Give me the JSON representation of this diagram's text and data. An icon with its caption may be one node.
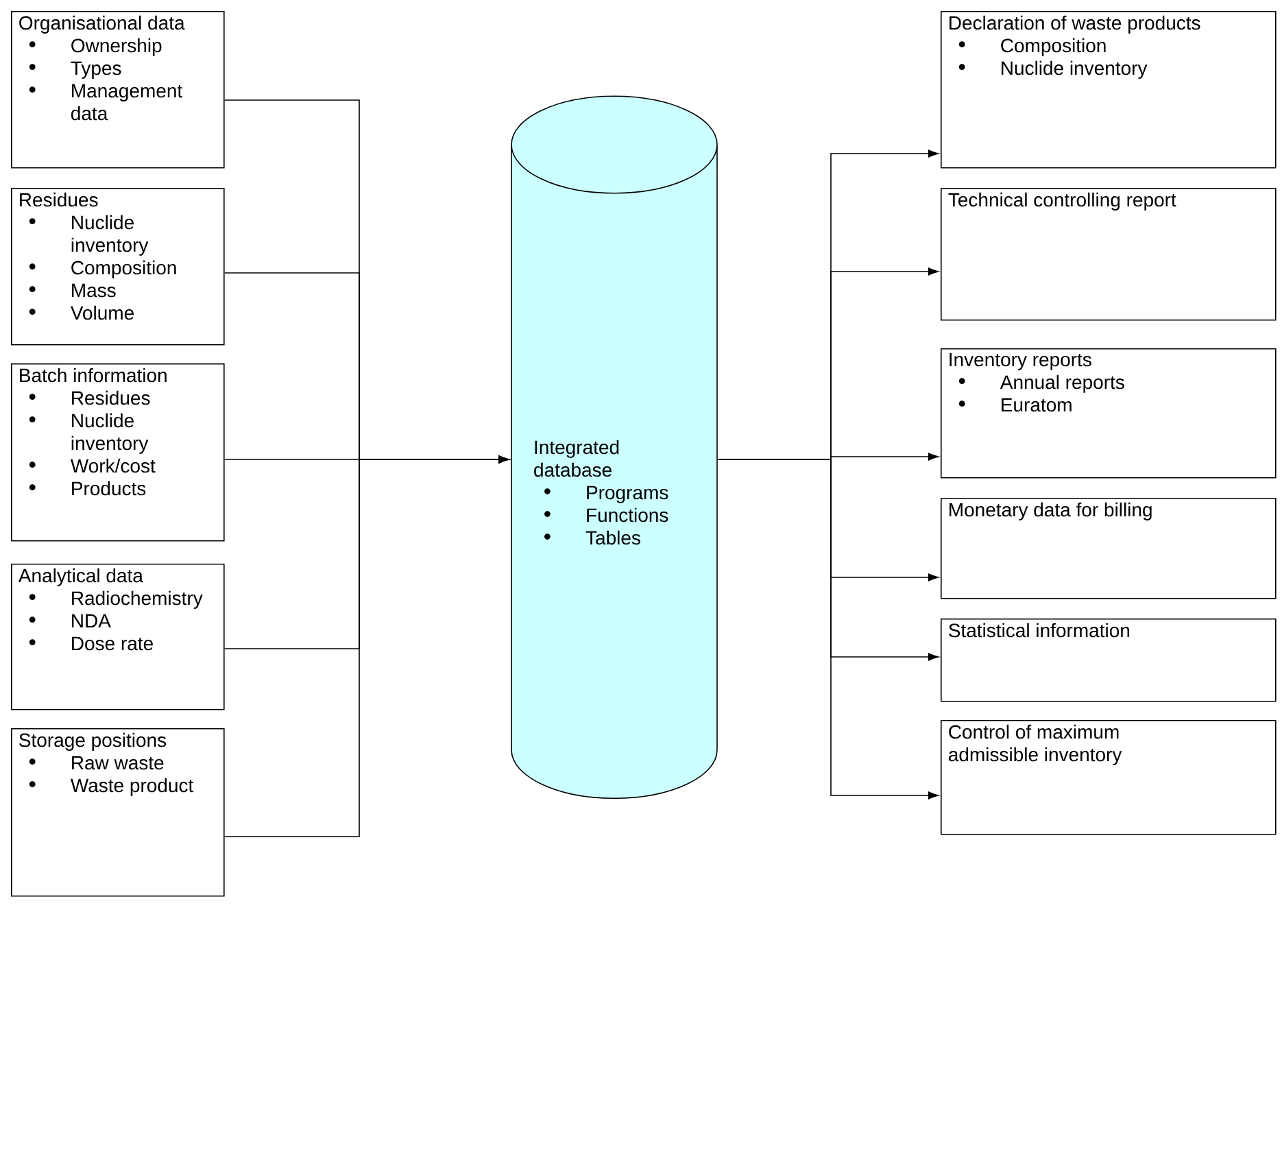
{
  "diagram": {
    "nodes": [
      {
        "text": [
          "Organisational data",
          "Ownership",
          "Types",
          "Management data"
        ]
      },
      {
        "text": [
          "Residues",
          "Nuclide inventory",
          "Composition",
          "Mass",
          "Volume"
        ]
      },
      {
        "text": [
          "Batch information",
          "Residues",
          "Nuclide inventory",
          "Work/cost",
          "Products"
        ]
      },
      {
        "text": [
          "Analytical data",
          "Radiochemistry",
          "NDA",
          "Dose rate"
        ]
      },
      {
        "text": [
          "Storage positions",
          "Raw waste",
          "Waste product"
        ]
      },
      {
        "text": [
          "Integrated database",
          "Programs",
          "Functions",
          "Tables"
        ]
      },
      {
        "text": [
          "Declaration of waste products",
          "Composition",
          "Nuclide inventory"
        ]
      },
      {
        "text": [
          "Technical controlling report"
        ]
      },
      {
        "text": [
          "Inventory reports",
          "Annual reports",
          "Euratom"
        ]
      },
      {
        "text": [
          "Monetary data for billing"
        ]
      },
      {
        "text": [
          "Statistical information"
        ]
      },
      {
        "text": [
          "Control of maximum admissible inventory"
        ]
      }
    ],
    "edges": [
      {
        "from": 0,
        "to": 5,
        "arrow": "to"
      },
      {
        "from": 1,
        "to": 5,
        "arrow": "to"
      },
      {
        "from": 2,
        "to": 5,
        "arrow": "to"
      },
      {
        "from": 3,
        "to": 5,
        "arrow": "to"
      },
      {
        "from": 4,
        "to": 5,
        "arrow": "to"
      },
      {
        "from": 5,
        "to": 6,
        "arrow": "to"
      },
      {
        "from": 5,
        "to": 7,
        "arrow": "to"
      },
      {
        "from": 5,
        "to": 8,
        "arrow": "to"
      },
      {
        "from": 5,
        "to": 9,
        "arrow": "to"
      },
      {
        "from": 5,
        "to": 10,
        "arrow": "to"
      },
      {
        "from": 5,
        "to": 11,
        "arrow": "to"
      }
    ]
  }
}
